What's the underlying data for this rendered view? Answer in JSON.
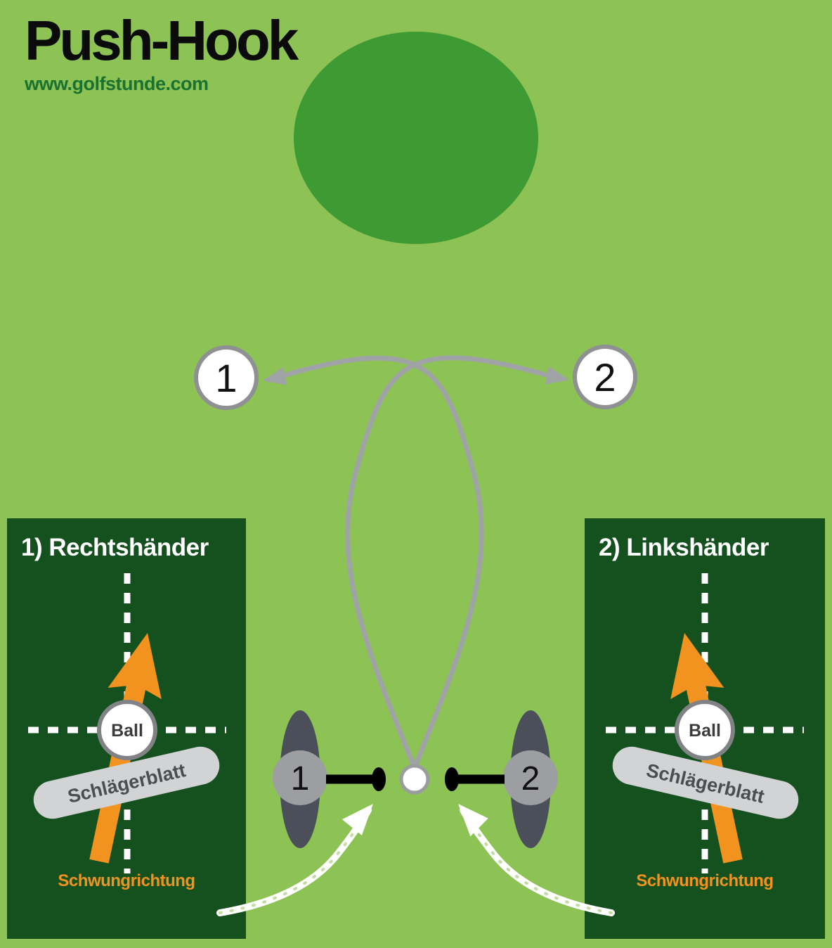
{
  "header": {
    "title": "Push-Hook",
    "website": "www.golfstunde.com"
  },
  "colors": {
    "background": "#8dc254",
    "target_green": "#3e9a33",
    "panel_green": "#14511f",
    "orange": "#f2921f",
    "flight_path_gray": "#a0a3a6",
    "marker_border_gray": "#8e9093",
    "stance_dark_gray": "#4a4f5a",
    "head_gray": "#9c9ea1",
    "clubface_gray": "#d2d3d5",
    "club_black": "#000000",
    "chalk_white": "#ffffff"
  },
  "flight_markers": [
    {
      "label": "1"
    },
    {
      "label": "2"
    }
  ],
  "golfers": [
    {
      "label": "1"
    },
    {
      "label": "2"
    }
  ],
  "panels": [
    {
      "heading": "1) Rechtshänder",
      "ball_label": "Ball",
      "clubface_label": "Schlägerblatt",
      "swing_direction_label": "Schwungrichtung"
    },
    {
      "heading": "2) Linkshänder",
      "ball_label": "Ball",
      "clubface_label": "Schlägerblatt",
      "swing_direction_label": "Schwungrichtung"
    }
  ]
}
